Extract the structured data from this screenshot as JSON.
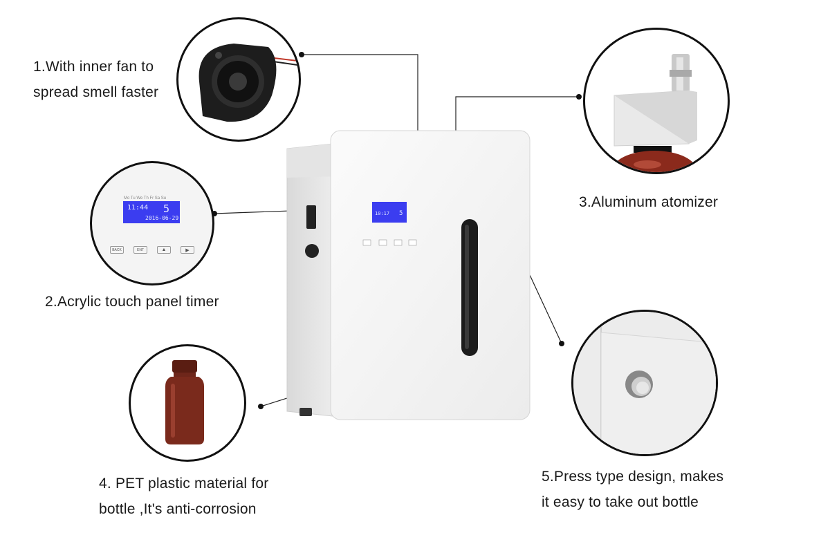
{
  "features": {
    "fan": {
      "line1": "1.With inner fan to",
      "line2": "spread smell faster"
    },
    "timer": {
      "line1": "2.Acrylic touch panel timer"
    },
    "atomizer": {
      "line1": "3.Aluminum atomizer"
    },
    "bottle": {
      "line1": "4. PET plastic material for",
      "line2": "bottle ,It's anti-corrosion"
    },
    "press": {
      "line1": "5.Press type design, makes",
      "line2": "it easy to take out bottle"
    }
  },
  "panel": {
    "days": "Mo  Tu  We  Th  Fr  Sa  Su",
    "time": "11:44",
    "level": "5",
    "date": "2016-06-29",
    "buttons": {
      "back": "BACK",
      "ent": "ENT",
      "up": "▲",
      "right": "▶"
    }
  },
  "colors": {
    "lcd": "#3b3df0",
    "device": "#f2f2f2",
    "bottle": "#7a2a1c",
    "line": "#111111"
  }
}
